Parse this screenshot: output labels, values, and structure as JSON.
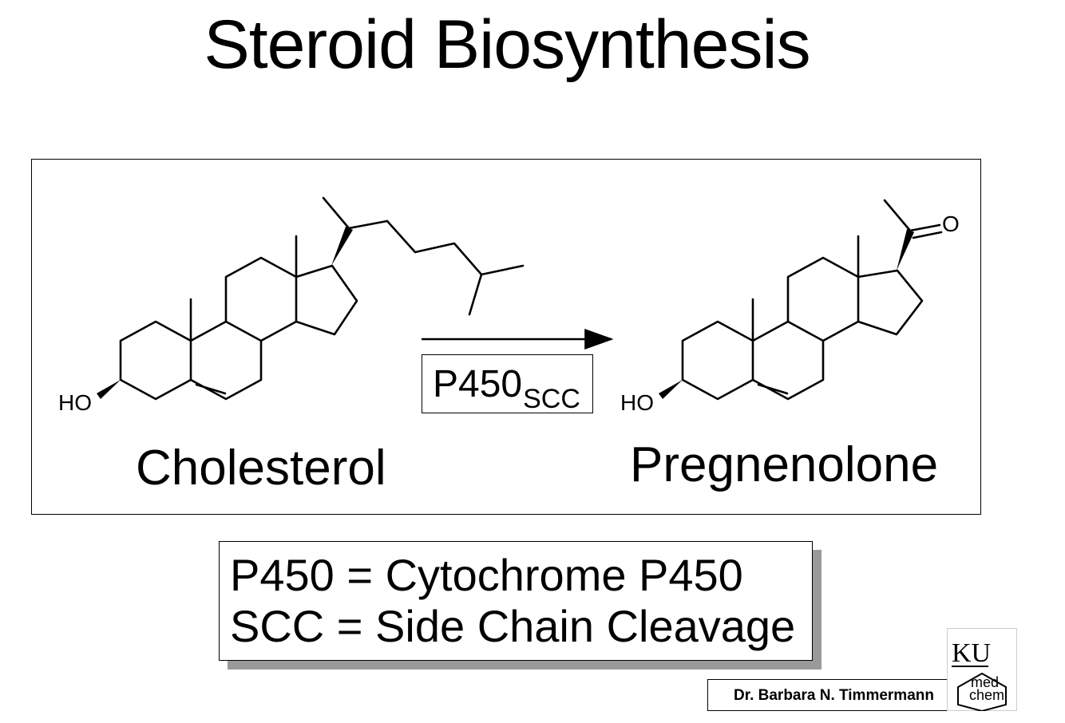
{
  "slide": {
    "title": "Steroid Biosynthesis"
  },
  "reaction": {
    "reactant": {
      "name": "Cholesterol",
      "hydroxyl_label": "HO"
    },
    "product": {
      "name": "Pregnenolone",
      "hydroxyl_label": "HO",
      "carbonyl_label": "O"
    },
    "enzyme": {
      "main": "P450",
      "subscript": "SCC"
    }
  },
  "legend": {
    "lines": [
      "P450 = Cytochrome P450",
      "SCC = Side Chain Cleavage"
    ]
  },
  "footer": {
    "author": "Dr. Barbara N. Timmermann",
    "logo_mark": "KU",
    "logo_line1": "med",
    "logo_line2": "chem"
  }
}
